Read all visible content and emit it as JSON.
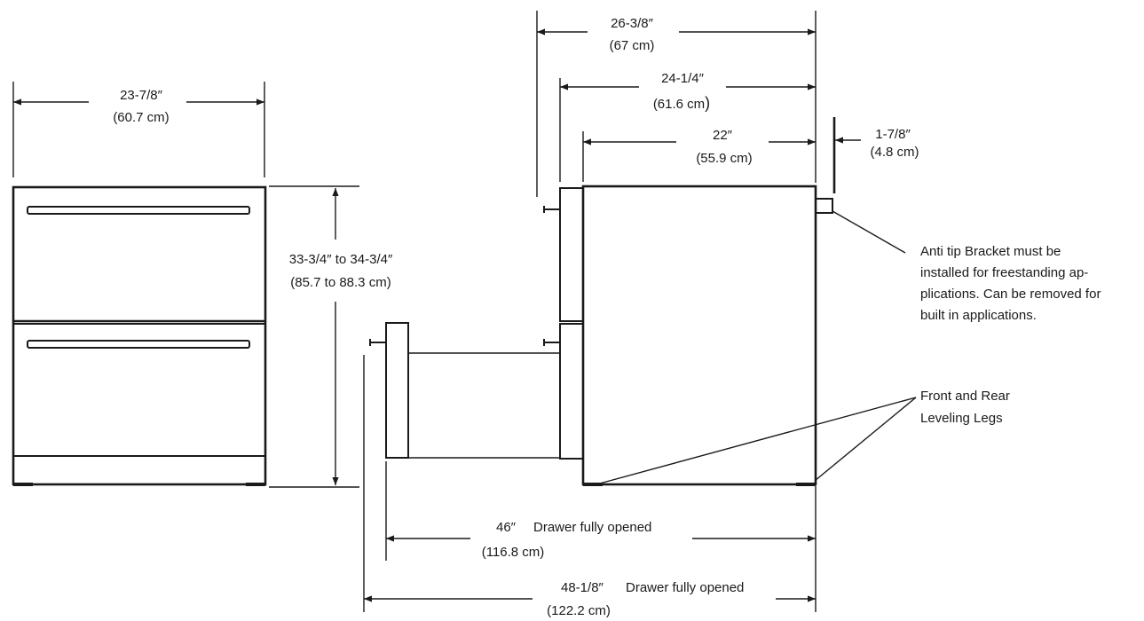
{
  "front_view": {
    "width_in": "23-7/8″",
    "width_cm": "(60.7 cm)",
    "height_in": "33-3/4″ to 34-3/4″",
    "height_cm": "(85.7 to 88.3 cm)"
  },
  "side_view": {
    "depth_overall_in": "26-3/8″",
    "depth_overall_cm": "(67 cm)",
    "depth_front_in": "24-1/4″",
    "depth_front_cm": "(61.6 cm",
    "depth_front_cm_paren": ")",
    "depth_cabinet_in": "22″",
    "depth_cabinet_cm": "(55.9 cm)",
    "bracket_in": "1-7/8″",
    "bracket_cm": "(4.8 cm)",
    "open_1_in": "46″",
    "open_1_label": "Drawer fully opened",
    "open_1_cm": "(116.8 cm)",
    "open_2_in": "48-1/8″",
    "open_2_label": "Drawer fully opened",
    "open_2_cm": "(122.2 cm)"
  },
  "notes": {
    "bracket": [
      "Anti tip Bracket must be",
      "installed for freestanding ap-",
      "plications. Can be removed for",
      "built in applications."
    ],
    "legs": [
      "Front and Rear",
      "Leveling Legs"
    ]
  }
}
